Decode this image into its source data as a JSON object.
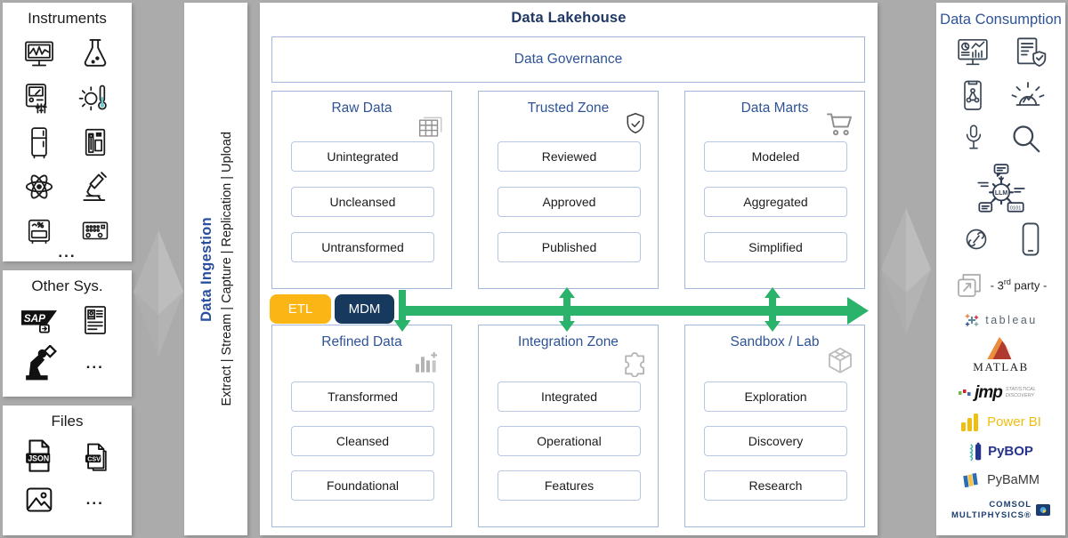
{
  "colors": {
    "background": "#ABABAB",
    "accent_blue": "#2E5396",
    "navy_title": "#1F3864",
    "green_arrow": "#2BB36C",
    "etl_yellow": "#FBB615",
    "mdm_navy": "#17395E"
  },
  "instruments": {
    "title": "Instruments",
    "more": "...",
    "icons": [
      "oscilloscope",
      "flask",
      "multimeter",
      "sun-thermometer",
      "refrigerator",
      "chromatograph",
      "atom",
      "microscope",
      "furnace",
      "control-panel"
    ]
  },
  "other_sys": {
    "title": "Other Sys.",
    "more": "...",
    "sap_label": "SAP",
    "icons": [
      "sap-system",
      "catalog",
      "robot-arm"
    ]
  },
  "files": {
    "title": "Files",
    "more": "...",
    "json_label": "JSON",
    "csv_label": "CSV",
    "icons": [
      "json-file",
      "csv-file",
      "image-file"
    ]
  },
  "ingestion": {
    "title": "Data Ingestion",
    "methods": "Extract | Stream | Capture | Replication | Upload"
  },
  "lakehouse": {
    "title": "Data Lakehouse",
    "governance_label": "Data Governance",
    "etl_label": "ETL",
    "mdm_label": "MDM",
    "zones": [
      {
        "title": "Raw Data",
        "icon": "table-grid-icon",
        "items": [
          "Unintegrated",
          "Uncleansed",
          "Untransformed"
        ]
      },
      {
        "title": "Trusted Zone",
        "icon": "shield-check-icon",
        "items": [
          "Reviewed",
          "Approved",
          "Published"
        ]
      },
      {
        "title": "Data Marts",
        "icon": "cart-icon",
        "items": [
          "Modeled",
          "Aggregated",
          "Simplified"
        ]
      },
      {
        "title": "Refined Data",
        "icon": "bar-chart-icon",
        "items": [
          "Transformed",
          "Cleansed",
          "Foundational"
        ]
      },
      {
        "title": "Integration Zone",
        "icon": "puzzle-icon",
        "items": [
          "Integrated",
          "Operational",
          "Features"
        ]
      },
      {
        "title": "Sandbox / Lab",
        "icon": "cube-icon",
        "items": [
          "Exploration",
          "Discovery",
          "Research"
        ]
      }
    ]
  },
  "consumption": {
    "title": "Data Consumption",
    "llm_label": "LLM",
    "binary_label": "0101",
    "third_party": {
      "pre": "- 3",
      "sup": "rd",
      "post": " party -"
    },
    "icons": [
      "dashboard",
      "report-shield",
      "device-network",
      "alert",
      "microphone",
      "search",
      "llm",
      "link",
      "smartphone",
      "external-link"
    ],
    "logos": {
      "tableau": "tableau",
      "matlab": "MATLAB",
      "jmp": "jmp",
      "jmp_sub": "STATISTICAL DISCOVERY",
      "powerbi": "Power BI",
      "pybop": "PyBOP",
      "pybamm": "PyBaMM",
      "comsol_line1": "COMSOL",
      "comsol_line2": "MULTIPHYSICS®"
    }
  }
}
